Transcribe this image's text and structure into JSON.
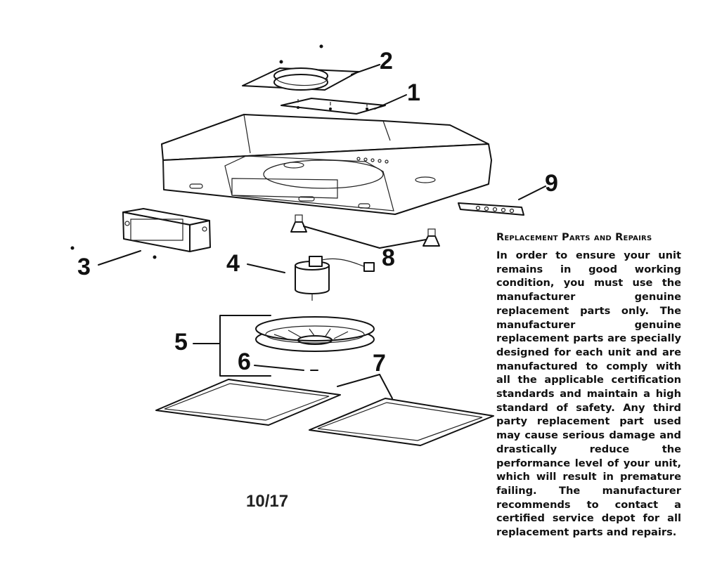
{
  "callouts": {
    "c1": "1",
    "c2": "2",
    "c3": "3",
    "c4": "4",
    "c5": "5",
    "c6": "6",
    "c7": "7",
    "c8": "8",
    "c9": "9"
  },
  "parts": [
    {
      "id": "1",
      "icon": "mounting-plate-icon"
    },
    {
      "id": "2",
      "icon": "duct-collar-icon"
    },
    {
      "id": "3",
      "icon": "light-housing-icon"
    },
    {
      "id": "4",
      "icon": "motor-icon"
    },
    {
      "id": "5",
      "icon": "blower-wheel-icon"
    },
    {
      "id": "6",
      "icon": "screw-icon"
    },
    {
      "id": "7",
      "icon": "grease-filter-icon"
    },
    {
      "id": "8",
      "icon": "bulb-icon"
    },
    {
      "id": "9",
      "icon": "switch-board-icon"
    }
  ],
  "page_number": "10/17",
  "info": {
    "title": "Replacement Parts and Repairs",
    "body": "In order to ensure your unit remains in good working condition, you must use the manufacturer genuine replacement parts only. The manufacturer genuine replacement parts are specially designed for each unit and are manufactured to comply with all the applicable certification standards and maintain a high standard of safety. Any third party replacement part used may cause serious damage and drastically reduce the performance level of your unit, which will result in premature failing. The manufacturer recommends to contact a certified service depot for all replacement parts and repairs."
  }
}
